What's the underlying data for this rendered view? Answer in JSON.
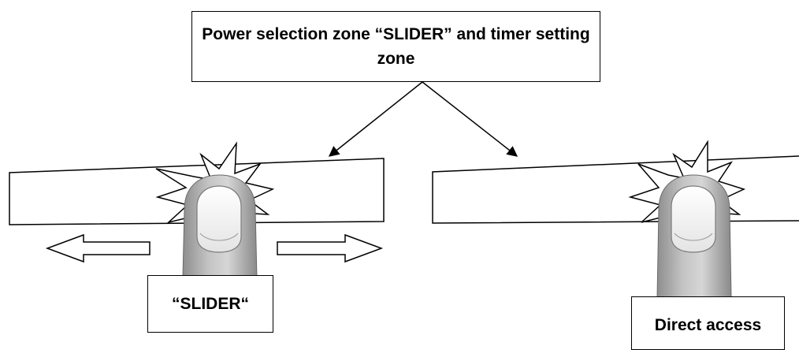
{
  "diagram": {
    "title": "Power selection zone “SLIDER” and timer setting zone",
    "slider_label": "“SLIDER“",
    "direct_label": "Direct access",
    "colors": {
      "line": "#000000",
      "background": "#ffffff",
      "finger_shade": "#9a9a9a",
      "finger_light": "#d9d9d9",
      "nail": "#f2f2f2"
    },
    "icons": {
      "left": [
        "touch-zone-panel",
        "burst-icon",
        "finger-icon",
        "left-arrow-icon",
        "right-arrow-icon"
      ],
      "right": [
        "touch-zone-panel",
        "burst-icon",
        "finger-icon"
      ]
    }
  }
}
